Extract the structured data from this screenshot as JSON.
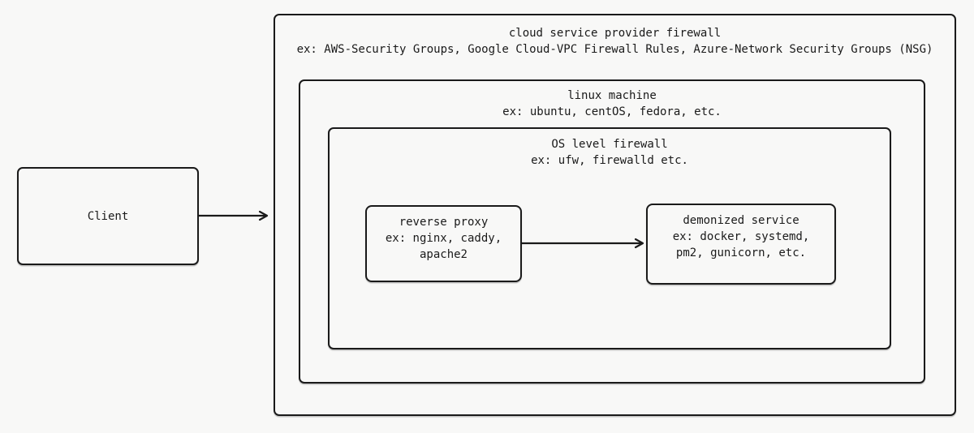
{
  "colors": {
    "background": "#f8f8f7",
    "stroke": "#1a1a1a",
    "text": "#1a1a1a"
  },
  "nodes": {
    "client": {
      "label": "Client"
    },
    "cloud_firewall": {
      "title": "cloud service provider firewall",
      "examples": "ex: AWS-Security Groups, Google Cloud-VPC Firewall Rules, Azure-Network Security Groups (NSG)"
    },
    "linux_machine": {
      "title": "linux machine",
      "examples": "ex: ubuntu, centOS, fedora, etc."
    },
    "os_firewall": {
      "title": "OS level firewall",
      "examples": "ex: ufw, firewalld etc."
    },
    "reverse_proxy": {
      "lines": [
        "reverse proxy",
        "ex: nginx, caddy,",
        "apache2"
      ]
    },
    "daemonized_service": {
      "lines": [
        "demonized service",
        "ex: docker, systemd,",
        "pm2, gunicorn, etc."
      ]
    }
  }
}
